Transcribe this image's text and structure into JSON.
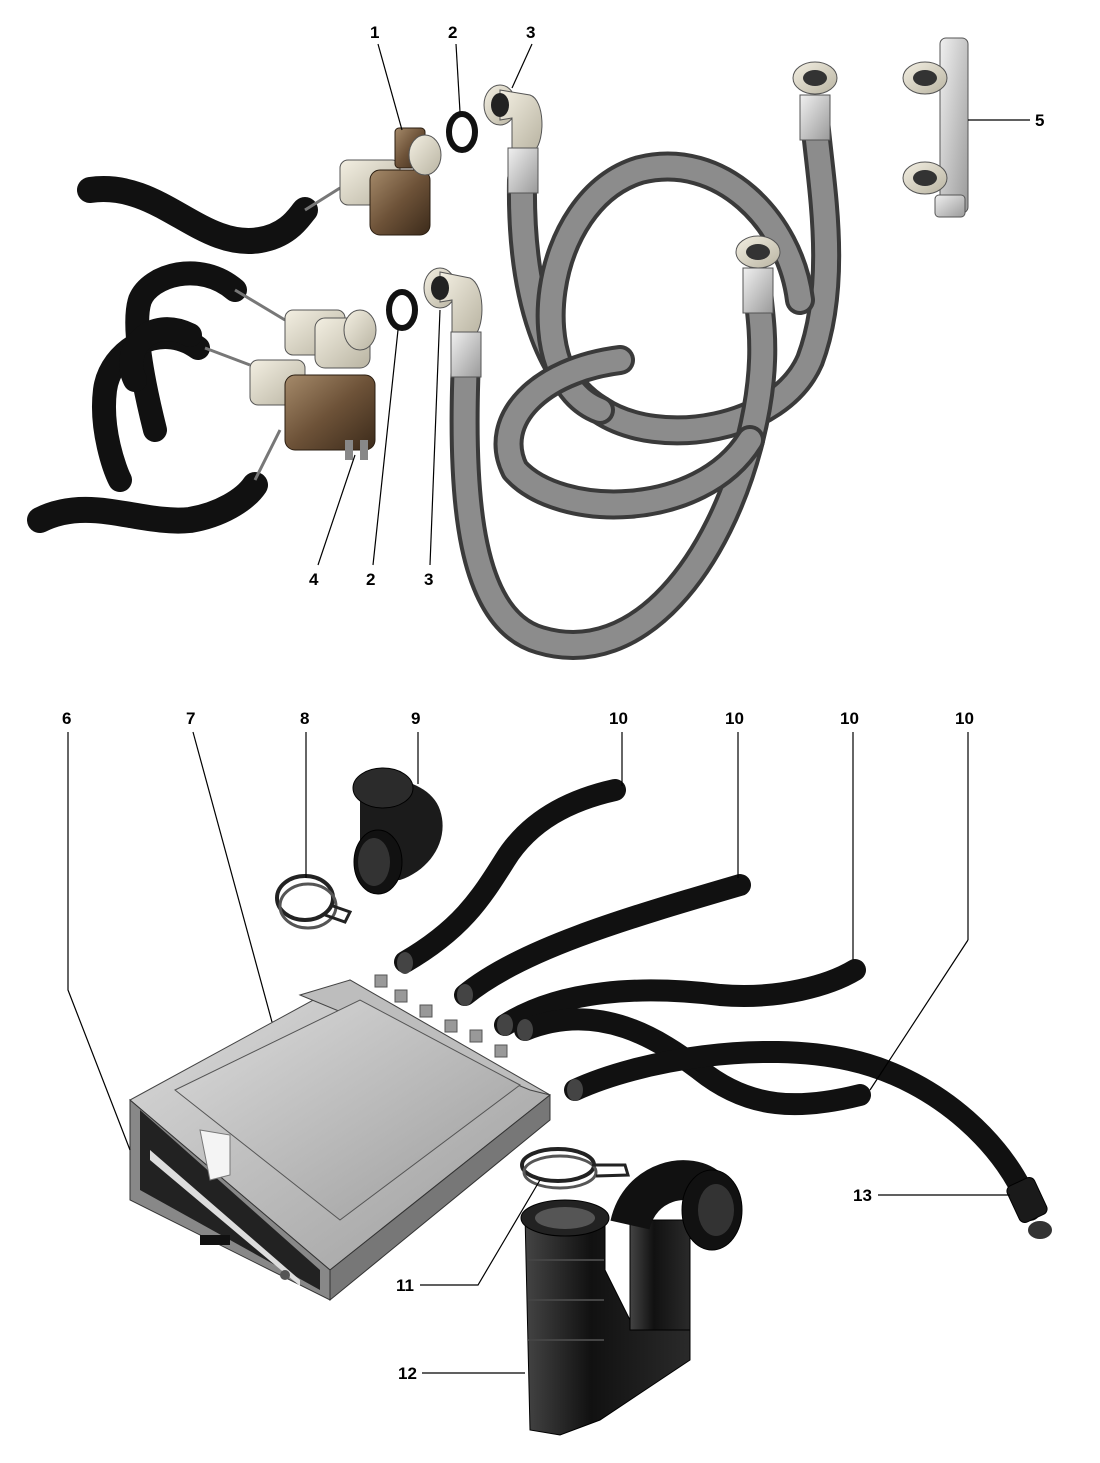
{
  "diagram": {
    "callouts": {
      "top_1": "1",
      "top_2a": "2",
      "top_3a": "3",
      "top_5": "5",
      "top_4": "4",
      "top_2b": "2",
      "top_3b": "3",
      "bot_6": "6",
      "bot_7": "7",
      "bot_8": "8",
      "bot_9": "9",
      "bot_10a": "10",
      "bot_10b": "10",
      "bot_10c": "10",
      "bot_10d": "10",
      "bot_11": "11",
      "bot_12": "12",
      "bot_13": "13"
    }
  }
}
